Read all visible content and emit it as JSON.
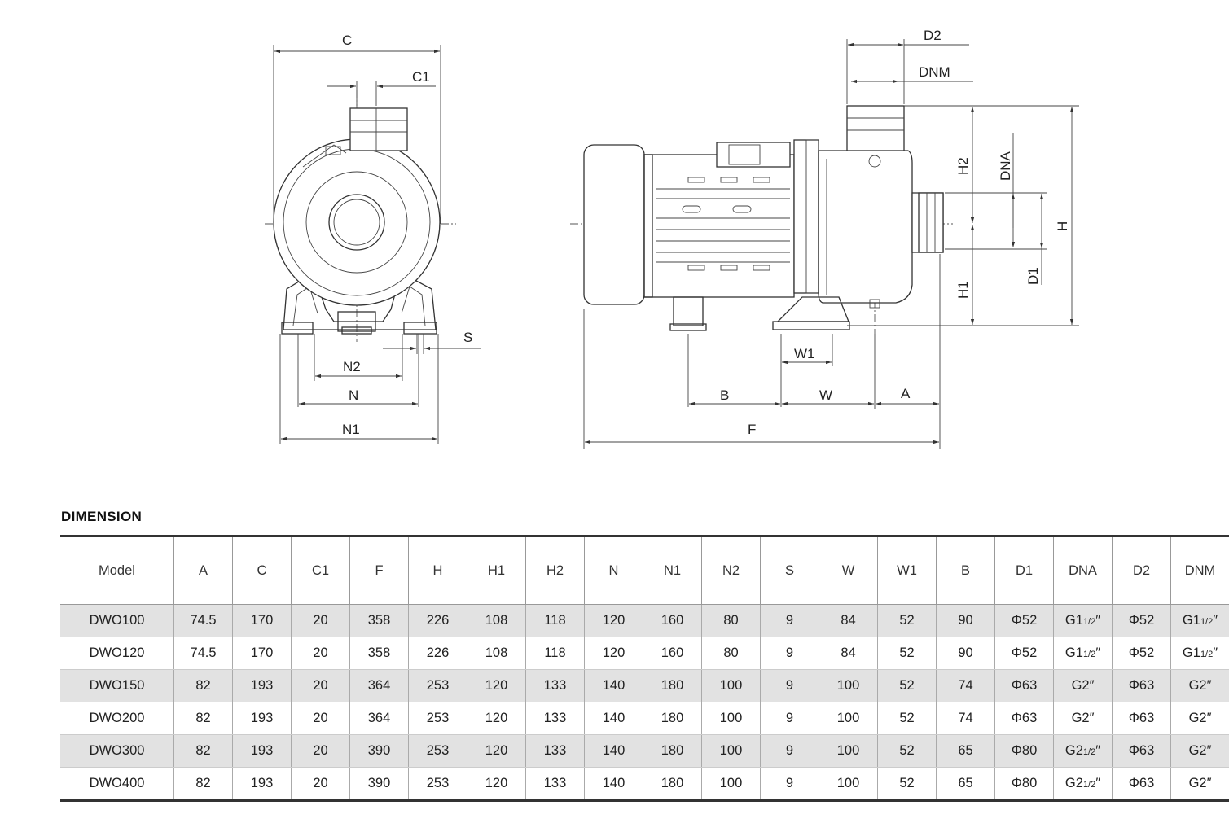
{
  "drawing": {
    "labels": {
      "C": "C",
      "C1": "C1",
      "S": "S",
      "N2": "N2",
      "N": "N",
      "N1": "N1",
      "D2": "D2",
      "DNM": "DNM",
      "H2": "H2",
      "DNA": "DNA",
      "H": "H",
      "H1": "H1",
      "D1": "D1",
      "W1": "W1",
      "B": "B",
      "W": "W",
      "A": "A",
      "F": "F"
    }
  },
  "section_title": "DIMENSION",
  "table": {
    "headers": [
      "Model",
      "A",
      "C",
      "C1",
      "F",
      "H",
      "H1",
      "H2",
      "N",
      "N1",
      "N2",
      "S",
      "W",
      "W1",
      "B",
      "D1",
      "DNA",
      "D2",
      "DNM"
    ],
    "rows": [
      [
        "DWO100",
        "74.5",
        "170",
        "20",
        "358",
        "226",
        "108",
        "118",
        "120",
        "160",
        "80",
        "9",
        "84",
        "52",
        "90",
        "Φ52",
        "G1 1/2\"",
        "Φ52",
        "G1 1/2\""
      ],
      [
        "DWO120",
        "74.5",
        "170",
        "20",
        "358",
        "226",
        "108",
        "118",
        "120",
        "160",
        "80",
        "9",
        "84",
        "52",
        "90",
        "Φ52",
        "G1 1/2\"",
        "Φ52",
        "G1 1/2\""
      ],
      [
        "DWO150",
        "82",
        "193",
        "20",
        "364",
        "253",
        "120",
        "133",
        "140",
        "180",
        "100",
        "9",
        "100",
        "52",
        "74",
        "Φ63",
        "G2\"",
        "Φ63",
        "G2\""
      ],
      [
        "DWO200",
        "82",
        "193",
        "20",
        "364",
        "253",
        "120",
        "133",
        "140",
        "180",
        "100",
        "9",
        "100",
        "52",
        "74",
        "Φ63",
        "G2\"",
        "Φ63",
        "G2\""
      ],
      [
        "DWO300",
        "82",
        "193",
        "20",
        "390",
        "253",
        "120",
        "133",
        "140",
        "180",
        "100",
        "9",
        "100",
        "52",
        "65",
        "Φ80",
        "G2 1/2\"",
        "Φ63",
        "G2\""
      ],
      [
        "DWO400",
        "82",
        "193",
        "20",
        "390",
        "253",
        "120",
        "133",
        "140",
        "180",
        "100",
        "9",
        "100",
        "52",
        "65",
        "Φ80",
        "G2 1/2\"",
        "Φ63",
        "G2\""
      ]
    ],
    "shaded_rows": [
      0,
      2,
      4
    ]
  }
}
